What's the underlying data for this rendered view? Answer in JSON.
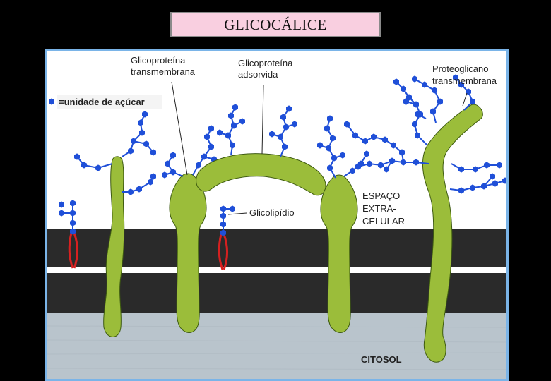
{
  "title": "GLICOCÁLICE",
  "legend": {
    "text": "=unidade de açúcar",
    "icon": "sugar-unit-hexagon-icon"
  },
  "labels": {
    "transmembrane_glycoprotein_1": "Glicoproteína",
    "transmembrane_glycoprotein_2": "transmembrana",
    "adsorbed_glycoprotein_1": "Glicoproteína",
    "adsorbed_glycoprotein_2": "adsorvida",
    "proteoglycan_1": "Proteoglicano",
    "proteoglycan_2": "transmembrana",
    "glycolipid": "Glicolipídio",
    "extracellular_1": "ESPAÇO",
    "extracellular_2": "EXTRA-",
    "extracellular_3": "CELULAR",
    "cytosol": "CITOSOL"
  },
  "colors": {
    "protein": "#9bbd3a",
    "protein_edge": "#3d5a10",
    "sugar": "#1f4fd8",
    "lipid_tail": "#d62020",
    "membrane": "#2a2a2a",
    "cytosol": "#b9c4cc",
    "frame": "#7ab4e8"
  }
}
